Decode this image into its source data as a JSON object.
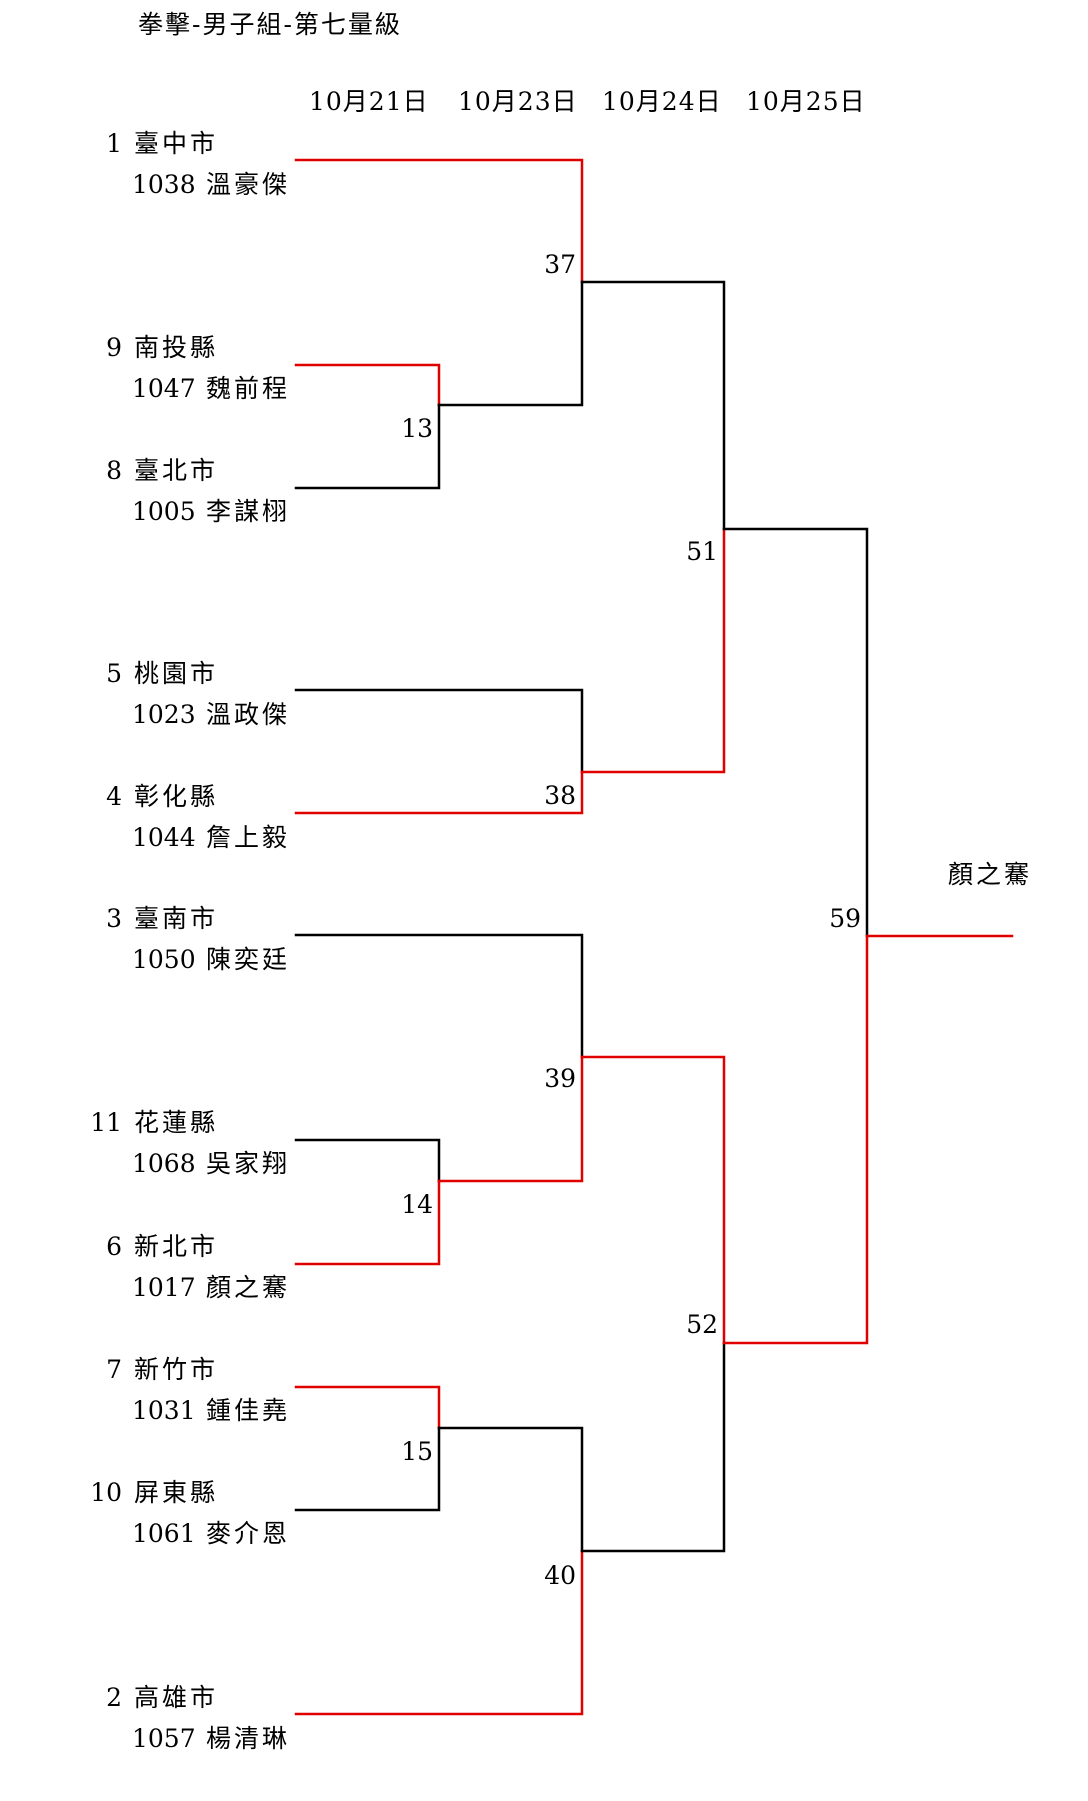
{
  "title": "拳擊-男子組-第七量級",
  "dates": [
    "10月21日",
    "10月23日",
    "10月24日",
    "10月25日"
  ],
  "entries": [
    {
      "seed": "1",
      "team": "臺中市",
      "bib": "1038",
      "name": "溫豪傑"
    },
    {
      "seed": "9",
      "team": "南投縣",
      "bib": "1047",
      "name": "魏前程"
    },
    {
      "seed": "8",
      "team": "臺北市",
      "bib": "1005",
      "name": "李謀栩"
    },
    {
      "seed": "5",
      "team": "桃園市",
      "bib": "1023",
      "name": "溫政傑"
    },
    {
      "seed": "4",
      "team": "彰化縣",
      "bib": "1044",
      "name": "詹上毅"
    },
    {
      "seed": "3",
      "team": "臺南市",
      "bib": "1050",
      "name": "陳奕廷"
    },
    {
      "seed": "11",
      "team": "花蓮縣",
      "bib": "1068",
      "name": "吳家翔"
    },
    {
      "seed": "6",
      "team": "新北市",
      "bib": "1017",
      "name": "顏之騫"
    },
    {
      "seed": "7",
      "team": "新竹市",
      "bib": "1031",
      "name": "鍾佳堯"
    },
    {
      "seed": "10",
      "team": "屏東縣",
      "bib": "1061",
      "name": "麥介恩"
    },
    {
      "seed": "2",
      "team": "高雄市",
      "bib": "1057",
      "name": "楊清琳"
    }
  ],
  "matches": [
    "13",
    "14",
    "15",
    "37",
    "38",
    "39",
    "40",
    "51",
    "52",
    "59"
  ],
  "champion": "顏之騫",
  "colors": {
    "winner_line": "#e00000",
    "loser_line": "#000000",
    "text": "#000000"
  }
}
